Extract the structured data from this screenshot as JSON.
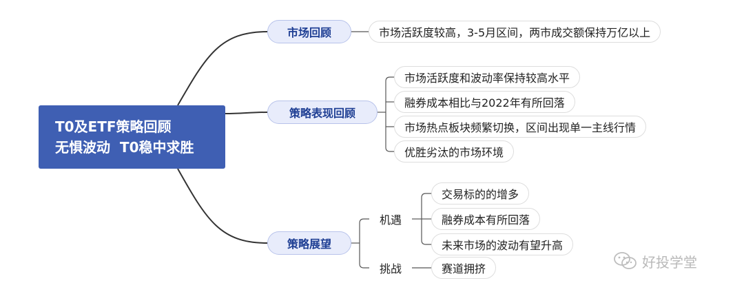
{
  "root": {
    "line1": "T0及ETF策略回顾",
    "line2": "无惧波动  T0稳中求胜"
  },
  "sections": {
    "review": {
      "label": "市场回顾",
      "items": [
        "市场活跃度较高，3-5月区间，两市成交额保持万亿以上"
      ]
    },
    "performance": {
      "label": "策略表现回顾",
      "items": [
        "市场活跃度和波动率保持较高水平",
        "融券成本相比与2022年有所回落",
        "市场热点板块频繁切换，区间出现单一主线行情",
        "优胜劣汰的市场环境"
      ]
    },
    "outlook": {
      "label": "策略展望",
      "opportunity": {
        "label": "机遇",
        "items": [
          "交易标的的增多",
          "融券成本有所回落",
          "未来市场的波动有望升高"
        ]
      },
      "challenge": {
        "label": "挑战",
        "items": [
          "赛道拥挤"
        ]
      }
    }
  },
  "watermark": {
    "text": "好投学堂",
    "icon": "wechat-icon"
  },
  "colors": {
    "root_bg": "#3f5fb3",
    "category_bg": "#e8ecfb",
    "category_text": "#1f3f94",
    "connector": "#333333"
  }
}
